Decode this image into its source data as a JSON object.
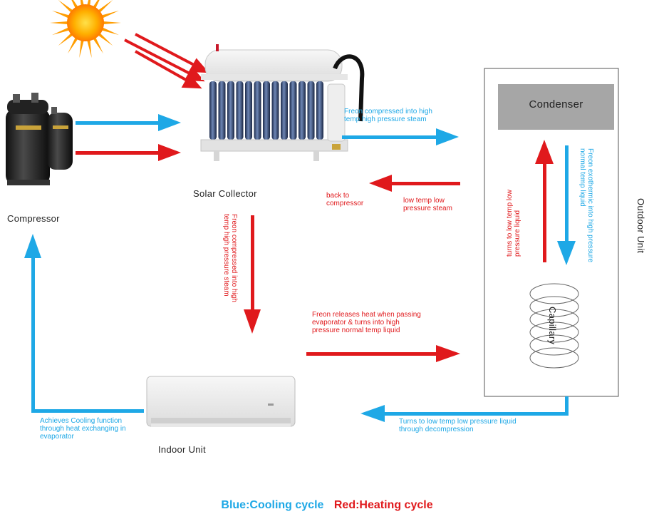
{
  "colors": {
    "cooling": "#1ea8e6",
    "heating": "#e0191c",
    "condenser_box": "#a6a6a6"
  },
  "components": {
    "compressor": "Compressor",
    "solar_collector": "Solar Collector",
    "condenser": "Condenser",
    "capillary": "Capillary",
    "outdoor_unit": "Outdoor Unit",
    "indoor_unit": "Indoor Unit"
  },
  "icons": [
    "sun-icon",
    "compressor-image",
    "solar-collector-image",
    "indoor-unit-image",
    "capillary-coil-icon"
  ],
  "annotations": {
    "freon_compressed_right": "Freon compressed into high temp high pressure steam",
    "back_to_compressor": "back to compressor",
    "low_temp_low_pressure_steam": "low temp low pressure steam",
    "freon_compressed_down": "Freon compressed into high temp high pressure steam",
    "freon_releases_heat": "Freon releases heat when passing evaporator & turns into high pressure normal temp liquid",
    "freon_exothermic": "Freon exothermic into high pressure normal temp liquid",
    "turns_low_temp": "turns to low temp low pressure liquid",
    "decompression": "Turns to low temp low pressure liquid through decompression",
    "achieves_cooling": "Achieves Cooling function through heat exchanging in evaporator"
  },
  "legend": {
    "blue": "Blue:Cooling cycle",
    "red": "Red:Heating cycle"
  }
}
